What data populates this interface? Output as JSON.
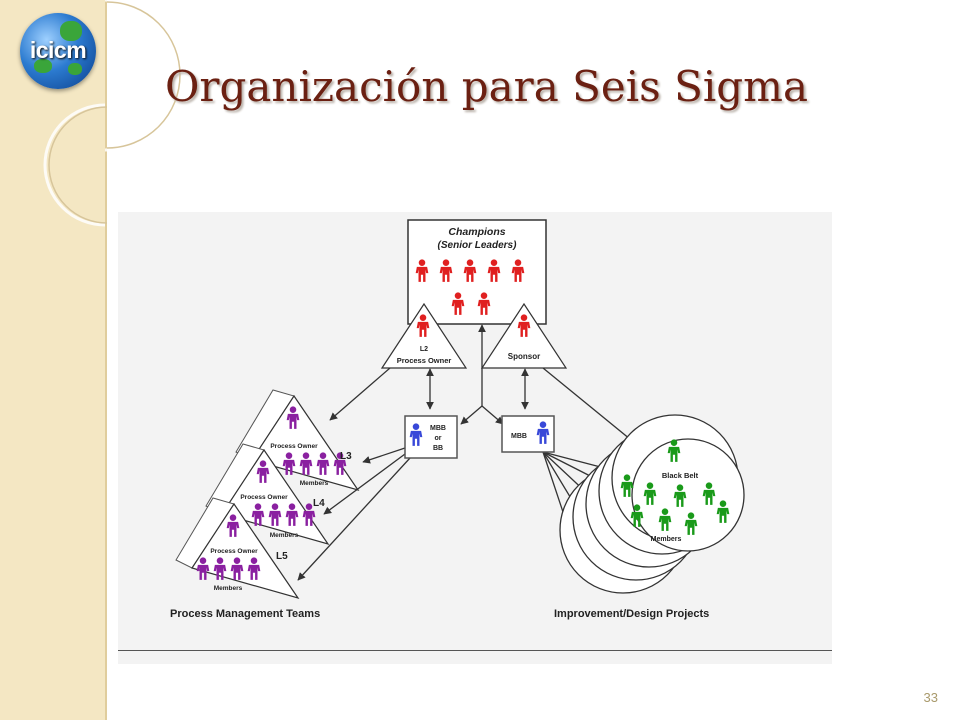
{
  "slide": {
    "title": "Organización para Seis Sigma",
    "page_number": "33",
    "logo_text": "icicm"
  },
  "colors": {
    "title": "#6b2012",
    "sidebar": "#f4e7c3",
    "champions": "#e02020",
    "process_teams": "#8a20a0",
    "mbb": "#3848d8",
    "projects": "#1a9a1a"
  },
  "diagram": {
    "champions_title": "Champions",
    "champions_subtitle": "(Senior Leaders)",
    "l2_level": "L2",
    "l2_role": "Process Owner",
    "sponsor_label": "Sponsor",
    "mbb_or_bb_line1": "MBB",
    "mbb_or_bb_line2": "or",
    "mbb_or_bb_line3": "BB",
    "mbb_label": "MBB",
    "teams": [
      {
        "level": "L3",
        "owner": "Process Owner",
        "members": "Members"
      },
      {
        "level": "L4",
        "owner": "Process Owner",
        "members": "Members"
      },
      {
        "level": "L5",
        "owner": "Process Owner",
        "members": "Members"
      }
    ],
    "project_black_belt": "Black Belt",
    "project_members": "Members",
    "caption_left": "Process Management Teams",
    "caption_right": "Improvement/Design Projects"
  }
}
